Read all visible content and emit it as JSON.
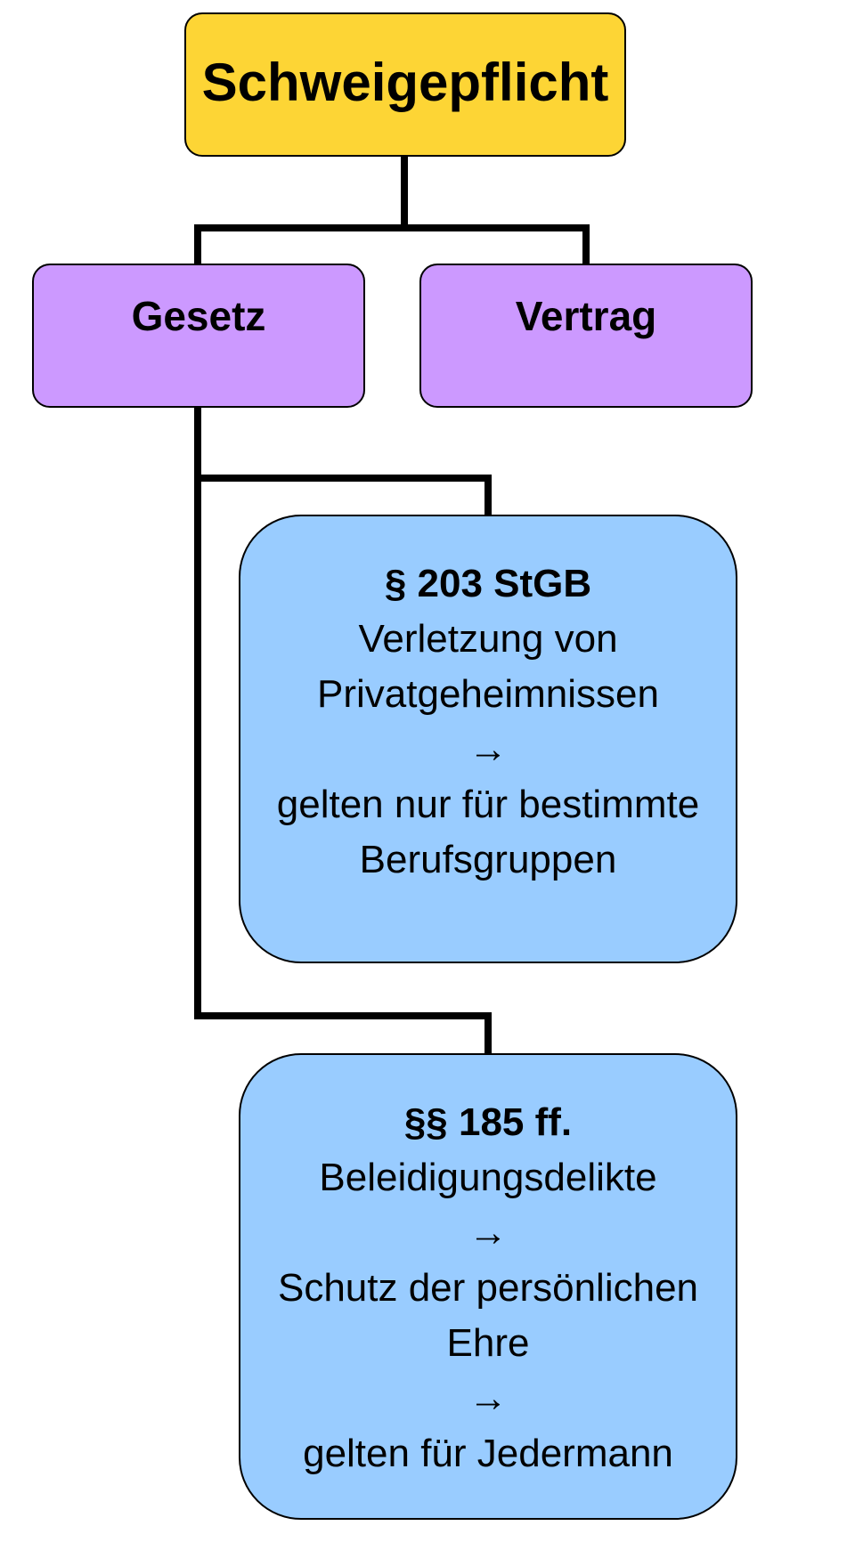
{
  "colors": {
    "root_fill": "#fdd535",
    "branch_fill": "#cc99ff",
    "detail_fill": "#99ccff",
    "outline": "#000000"
  },
  "root": {
    "label": "Schweigepflicht"
  },
  "branches": [
    {
      "label": "Gesetz"
    },
    {
      "label": "Vertrag"
    }
  ],
  "details": [
    {
      "heading": "§ 203 StGB",
      "lines": [
        "Verletzung von",
        "Privatgeheimnissen",
        "→",
        "gelten nur für bestimmte",
        "Berufsgruppen"
      ]
    },
    {
      "heading": "§§ 185 ff.",
      "lines": [
        "Beleidigungsdelikte",
        "→",
        "Schutz der persönlichen",
        "Ehre",
        "→",
        "gelten für Jedermann"
      ]
    }
  ]
}
